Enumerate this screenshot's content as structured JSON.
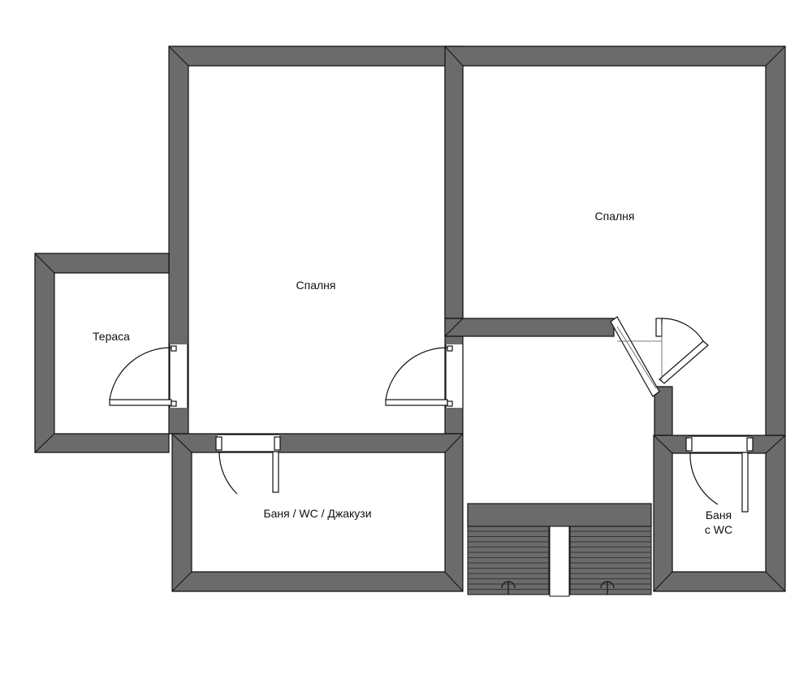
{
  "rooms": {
    "bedroom_left": "Спалня",
    "bedroom_right": "Спалня",
    "terrace": "Тераса",
    "bath_main": "Баня /  WC  / Джакузи",
    "bath_small_line1": "Баня",
    "bath_small_line2": "с WC"
  },
  "colors": {
    "wall": "#6b6b6b",
    "outline": "#111111",
    "background": "#ffffff"
  }
}
